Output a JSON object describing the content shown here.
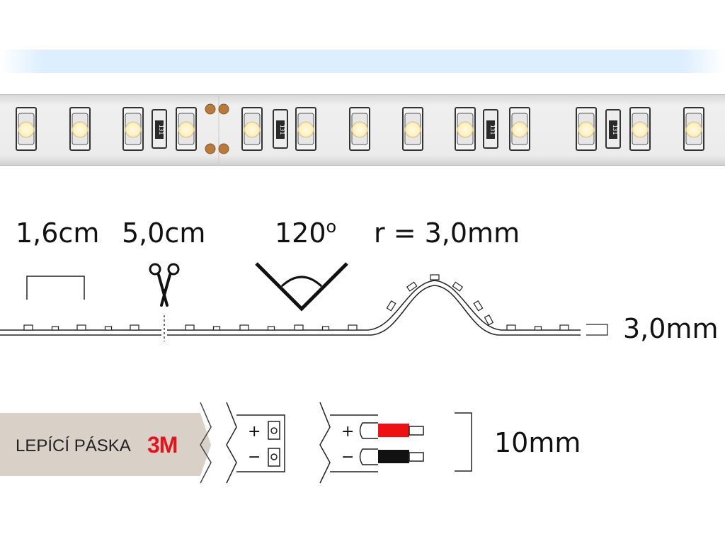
{
  "dimensions": {
    "led_pitch": "1,6cm",
    "cut_interval": "5,0cm",
    "beam_angle": "120",
    "beam_angle_degree_symbol": "o",
    "bend_radius": "r = 3,0mm",
    "thickness": "3,0mm",
    "width": "10mm"
  },
  "adhesive": {
    "label": "LEPÍCÍ PÁSKA",
    "brand": "3M"
  },
  "connectors": {
    "plus": "+",
    "minus": "−"
  },
  "resistor_code": "131",
  "colors": {
    "pcb": "#ececec",
    "led_warm": "#fff2c4",
    "copper_pad": "#b8793a",
    "glow": "#dceeff",
    "tape": "#d9d0c8",
    "brand_red": "#e3141b",
    "wire_red": "#ee1111",
    "wire_black": "#111111",
    "line": "#222222"
  },
  "icons": {
    "cut": "scissors-icon"
  }
}
